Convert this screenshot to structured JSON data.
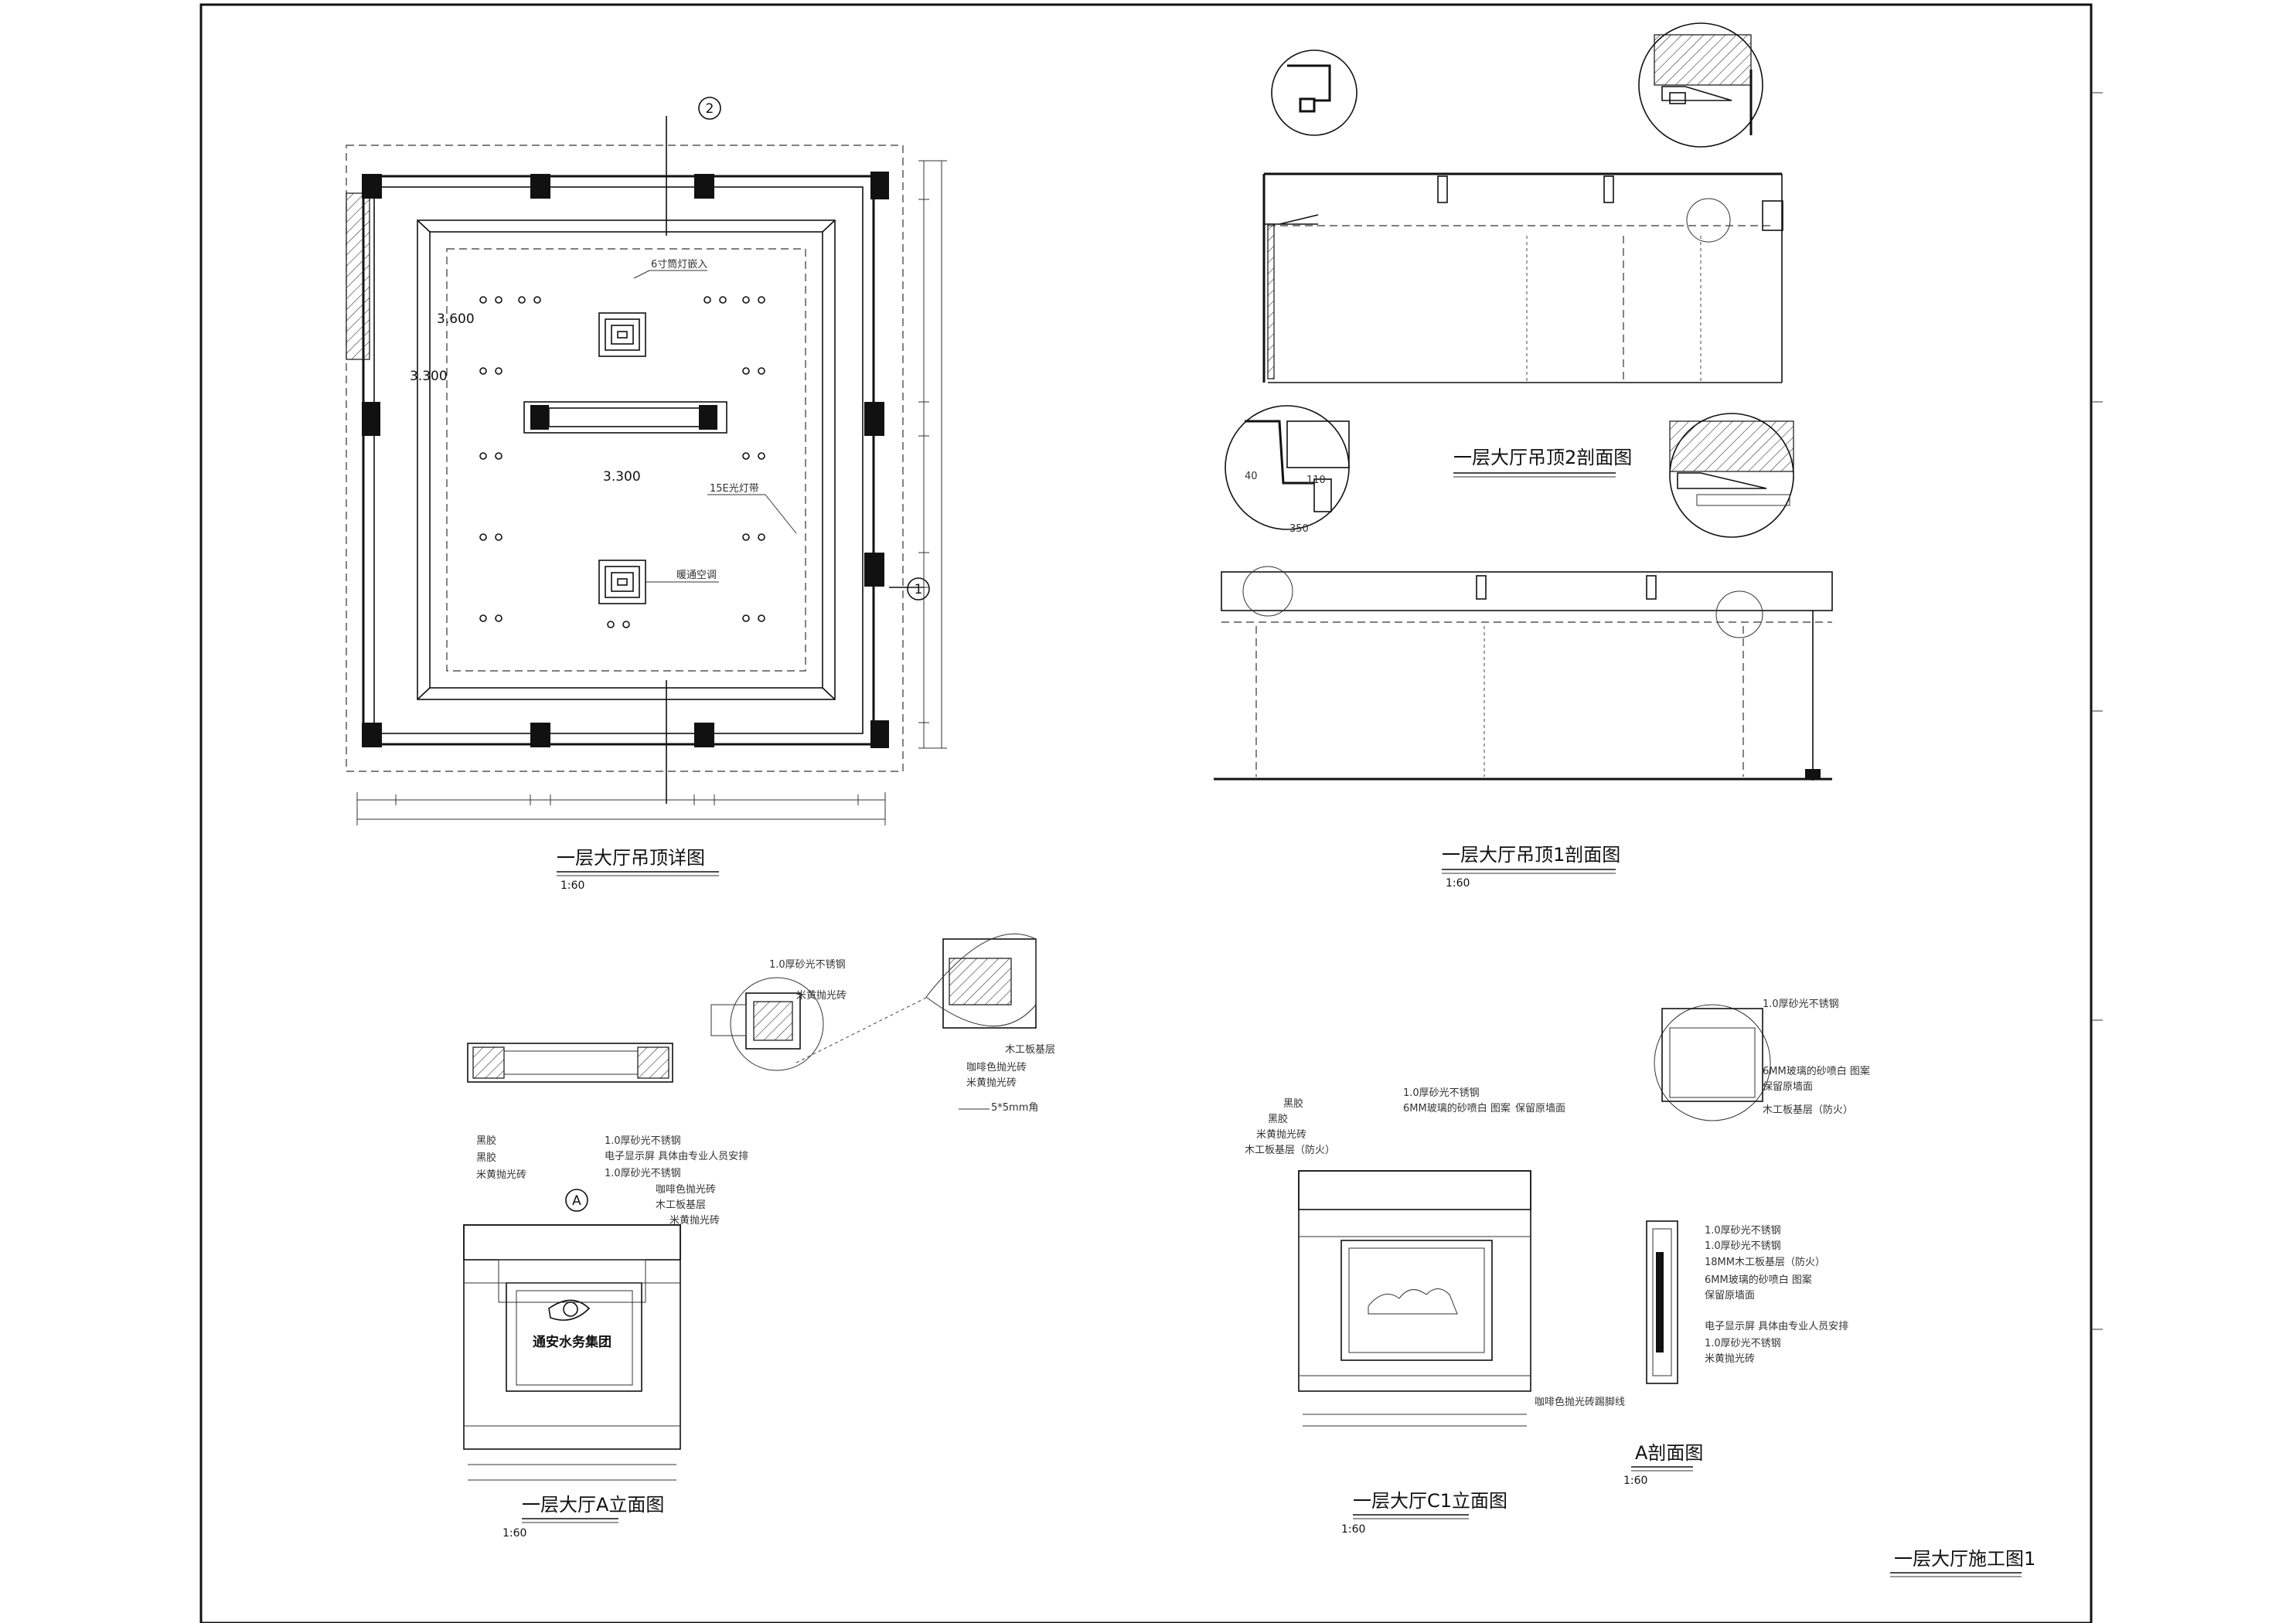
{
  "plan": {
    "title": "一层大厅吊顶详图",
    "scale": "1:60",
    "grid_top": "2",
    "grid_right": "1",
    "levels": [
      "3.600",
      "3.300",
      "3.300"
    ],
    "notes": [
      "6寸筒灯嵌入",
      "15E光灯带",
      "暖通空调"
    ]
  },
  "section2": {
    "title": "一层大厅吊顶2剖面图"
  },
  "section1": {
    "title": "一层大厅吊顶1剖面图",
    "scale": "1:60",
    "dims": [
      "40",
      "110",
      "350"
    ]
  },
  "column_detail": {
    "notes": [
      "1.0厚砂光不锈钢",
      "米黄抛光砖",
      "木工板基层",
      "咖啡色抛光砖",
      "米黄抛光砖",
      "5*5mm角"
    ]
  },
  "elev_a": {
    "title": "一层大厅A立面图",
    "scale": "1:60",
    "tag": "A",
    "logo": "通安水务集团",
    "notes": [
      "黑胶",
      "黑胶",
      "米黄抛光砖",
      "1.0厚砂光不锈钢",
      "电子显示屏 具体由专业人员安排",
      "1.0厚砂光不锈钢",
      "咖啡色抛光砖",
      "木工板基层",
      "米黄抛光砖"
    ]
  },
  "elev_c1": {
    "title": "一层大厅C1立面图",
    "scale": "1:60",
    "notes_left": [
      "黑胶",
      "黑胶",
      "米黄抛光砖",
      "木工板基层（防火）"
    ],
    "notes_top": [
      "1.0厚砂光不锈钢",
      "6MM玻璃的砂喷白 图案",
      "保留原墙面"
    ],
    "note_bottom": "咖啡色抛光砖踢脚线"
  },
  "section_a": {
    "title": "A剖面图",
    "scale": "1:60",
    "notes_top": [
      "1.0厚砂光不锈钢",
      "6MM玻璃的砂喷白 图案",
      "保留原墙面",
      "木工板基层（防火）"
    ],
    "notes_side": [
      "1.0厚砂光不锈钢",
      "1.0厚砂光不锈钢",
      "18MM木工板基层（防火）",
      "6MM玻璃的砂喷白 图案",
      "保留原墙面",
      "电子显示屏 具体由专业人员安排",
      "1.0厚砂光不锈钢",
      "米黄抛光砖"
    ]
  },
  "sheet": {
    "title": "一层大厅施工图1"
  }
}
